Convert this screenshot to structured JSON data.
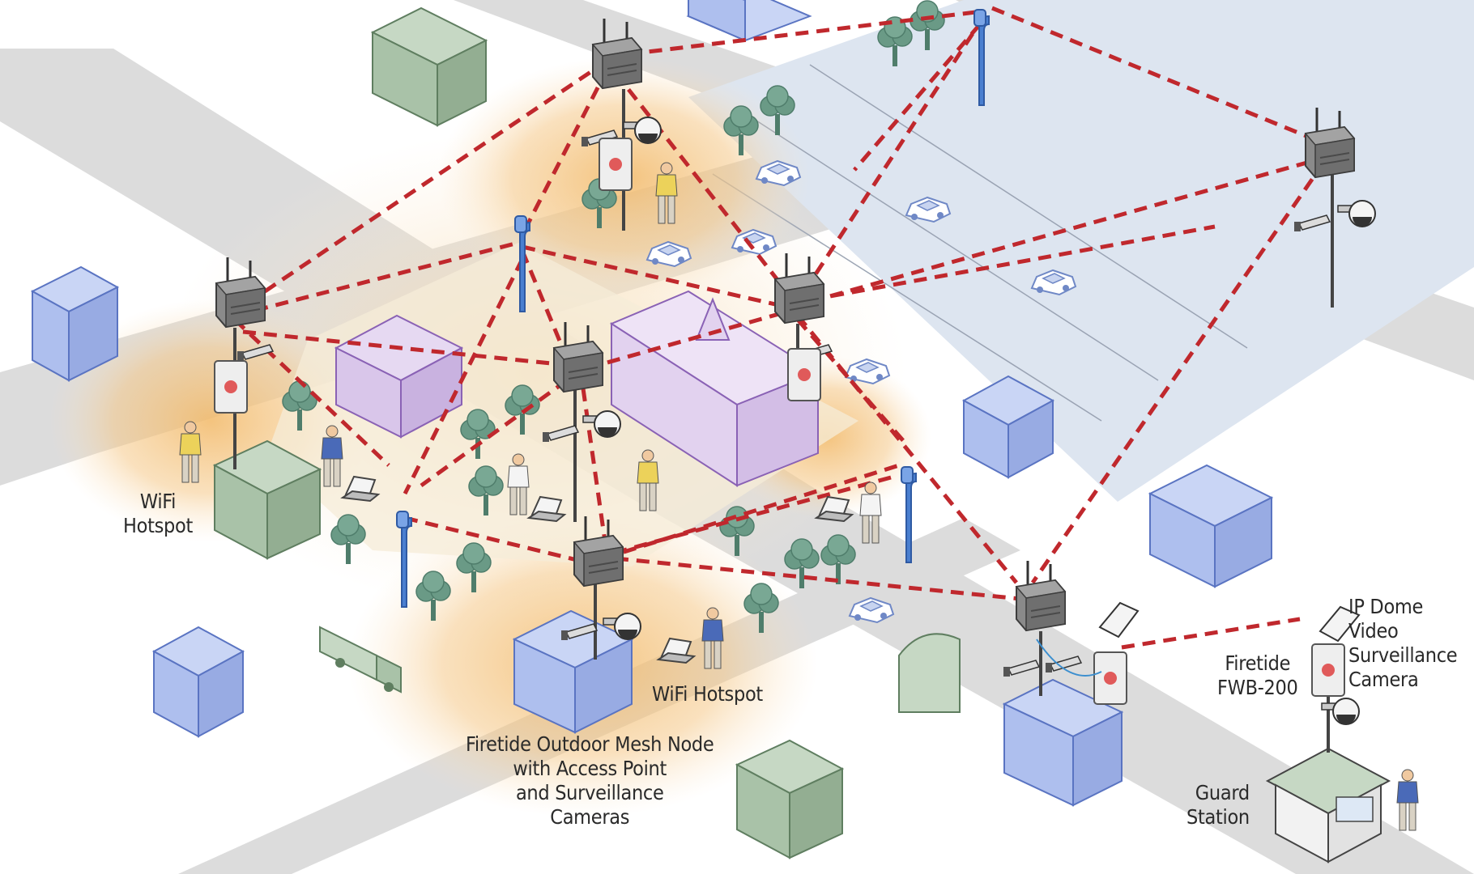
{
  "labels": {
    "wifi_hotspot_left": [
      "WiFi",
      "Hotspot"
    ],
    "wifi_hotspot_bottom": "WiFi Hotspot",
    "mesh_node": [
      "Firetide Outdoor Mesh Node",
      "with Access Point",
      "and Surveillance",
      "Cameras"
    ],
    "camera": [
      "IP Dome",
      "Video",
      "Surveillance",
      "Camera"
    ],
    "fwb": [
      "Firetide",
      "FWB-200"
    ],
    "guard": [
      "Guard",
      "Station"
    ]
  },
  "colors": {
    "link": "#c0282d",
    "road": "#dcdcdc",
    "parking": "#dde5f0",
    "hotspot_glow": "#f2b968",
    "plaza": "#f6ecd8",
    "tree": "#6a9a86",
    "building_blue": "#aebfee",
    "building_green": "#a9c2a8",
    "building_purple": "#d9c6ea",
    "antenna_pole": "#4a7fd0",
    "node_gray": "#7d7d7d",
    "person_yellow": "#ecd25a",
    "person_blue": "#4a6ab8"
  },
  "icons": [
    "mesh-node-icon",
    "dome-camera-icon",
    "antenna-pole-icon",
    "laptop-icon",
    "person-icon",
    "tree-icon",
    "car-icon",
    "truck-icon",
    "building-icon",
    "guard-station-icon",
    "wireless-bridge-icon",
    "flat-panel-antenna-icon"
  ]
}
